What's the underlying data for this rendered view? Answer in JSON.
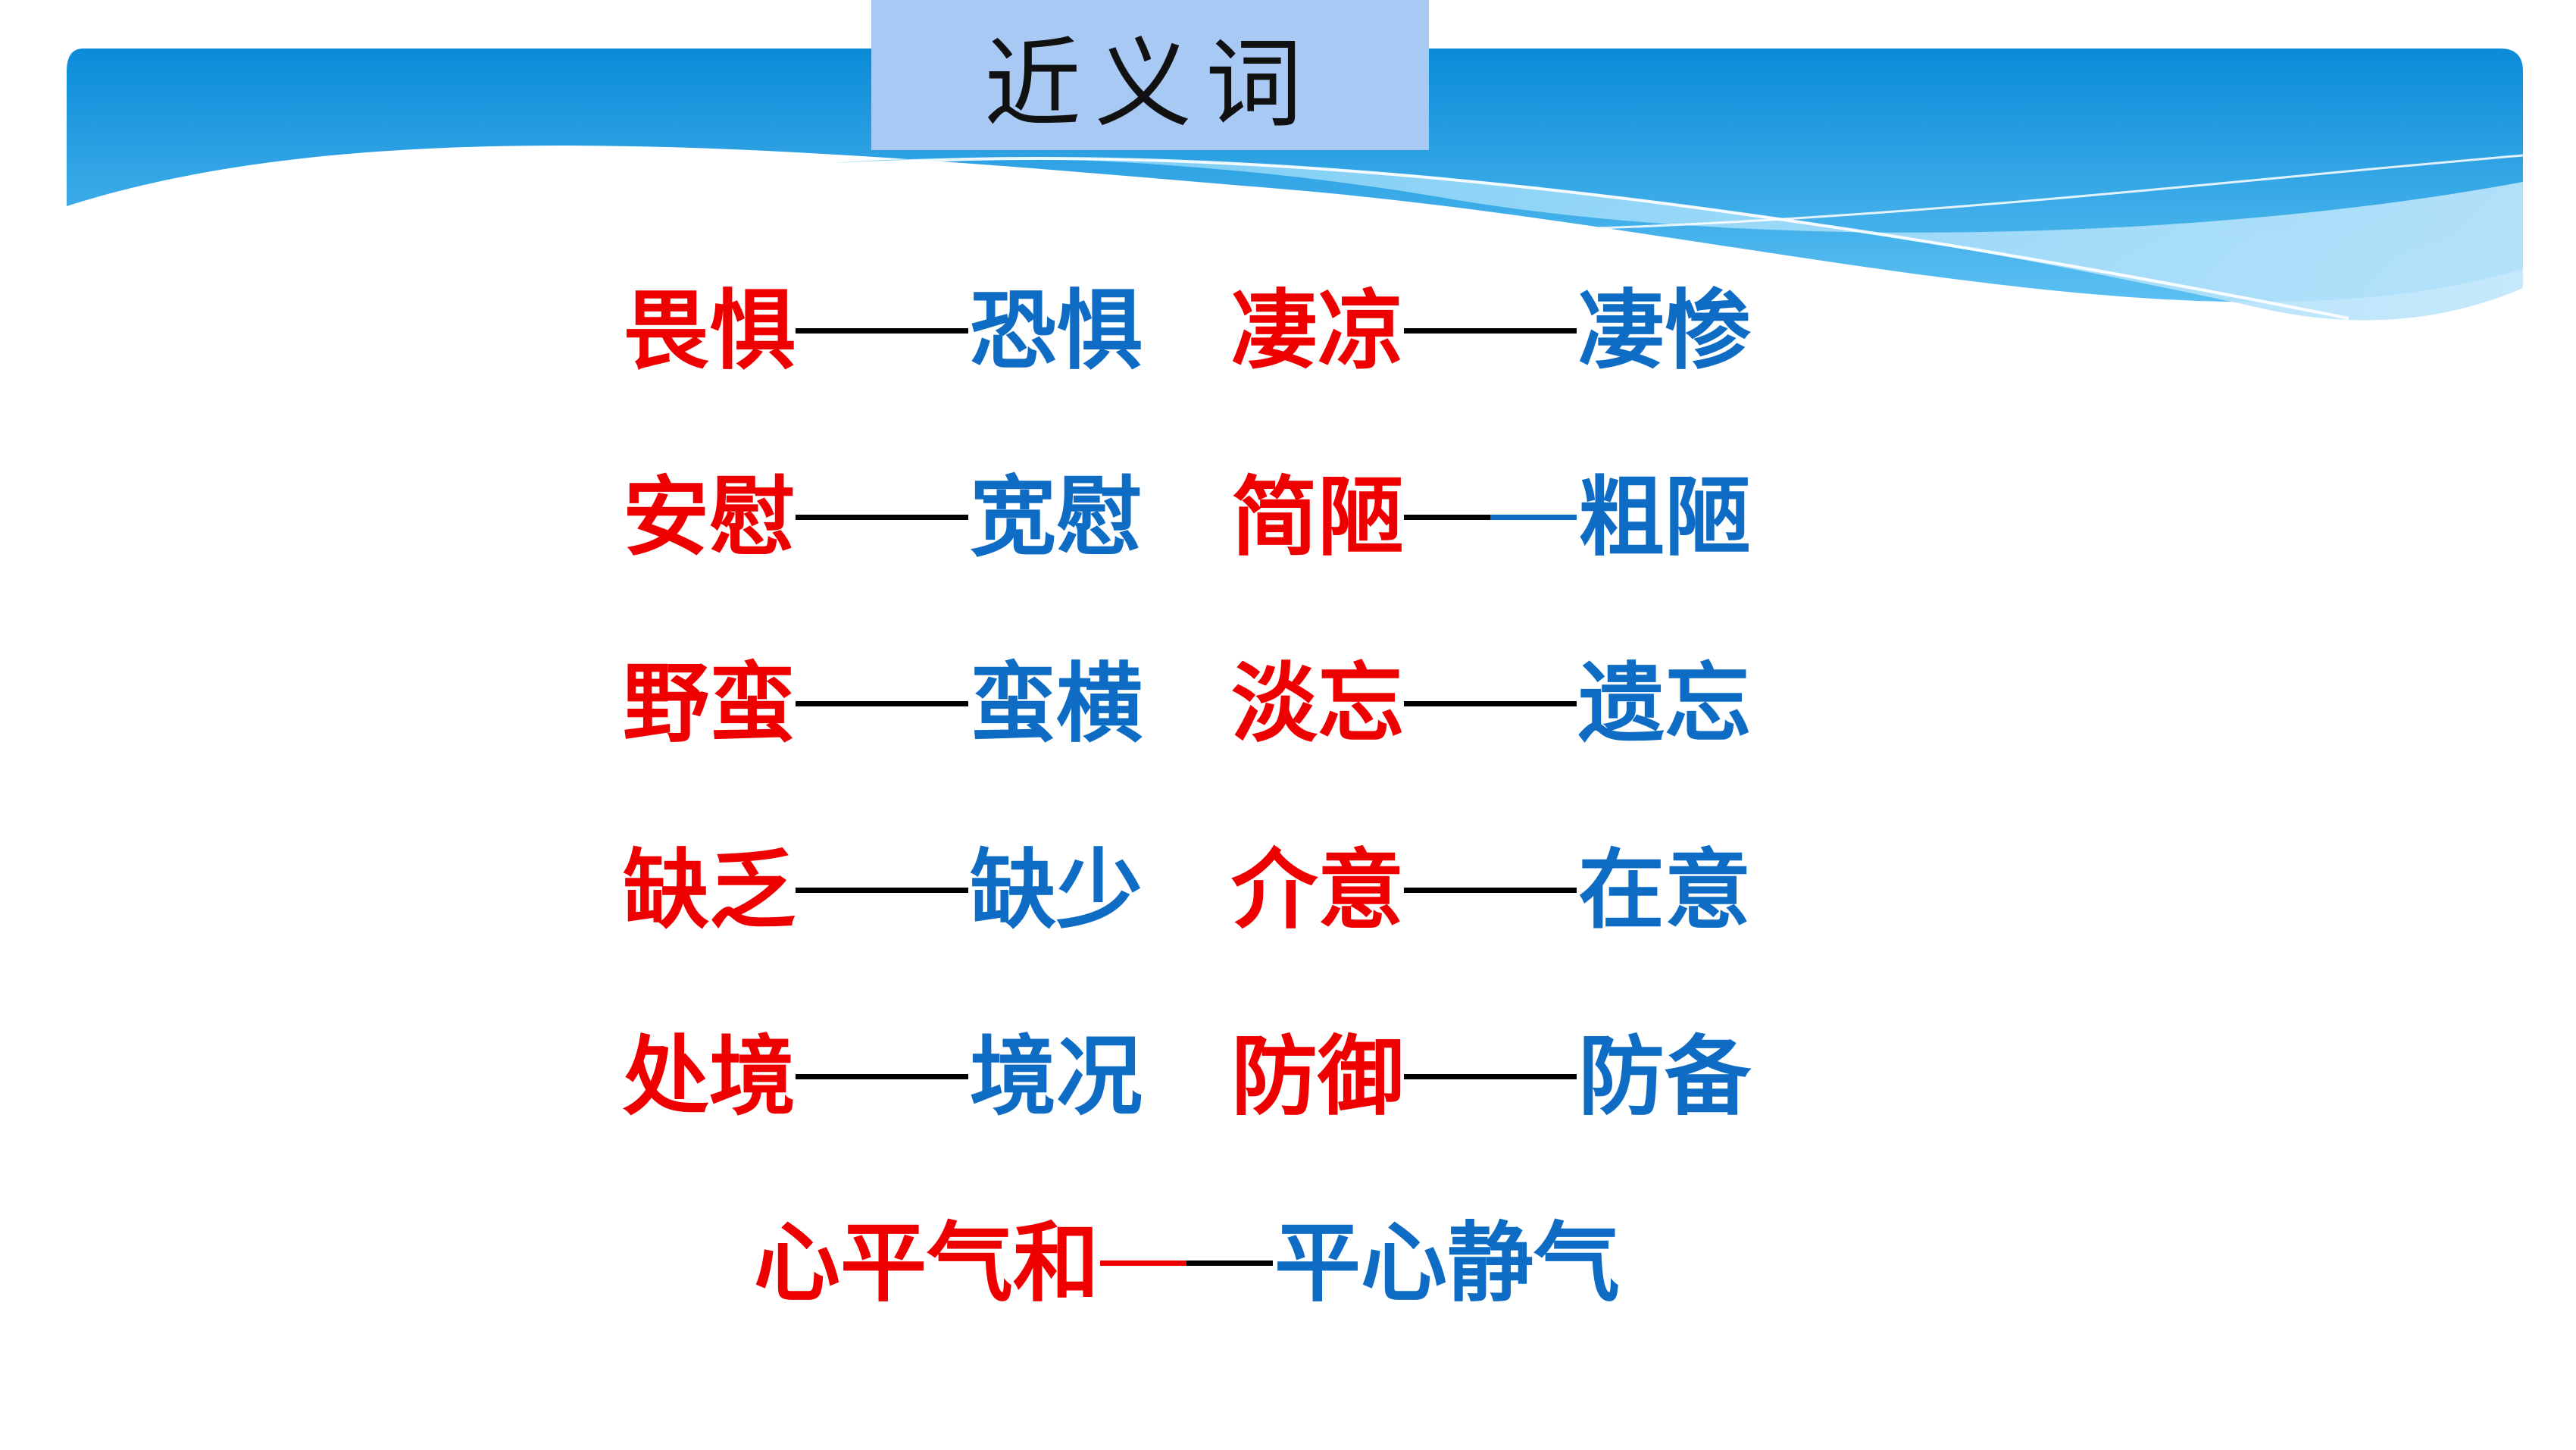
{
  "title": "近义词",
  "colors": {
    "source": "#ee0000",
    "synonym": "#0f6cc4",
    "dash": "#000000",
    "title_bg": "#a9c9f5",
    "banner": "#1690dc"
  },
  "pairs": [
    {
      "left": "畏惧",
      "right": "恐惧"
    },
    {
      "left": "凄凉",
      "right": "凄惨"
    },
    {
      "left": "安慰",
      "right": "宽慰"
    },
    {
      "left": "简陋",
      "right": "粗陋"
    },
    {
      "left": "野蛮",
      "right": "蛮横"
    },
    {
      "left": "淡忘",
      "right": "遗忘"
    },
    {
      "left": "缺乏",
      "right": "缺少"
    },
    {
      "left": "介意",
      "right": "在意"
    },
    {
      "left": "处境",
      "right": "境况"
    },
    {
      "left": "防御",
      "right": "防备"
    },
    {
      "left": "心平气和",
      "right": "平心静气"
    }
  ]
}
